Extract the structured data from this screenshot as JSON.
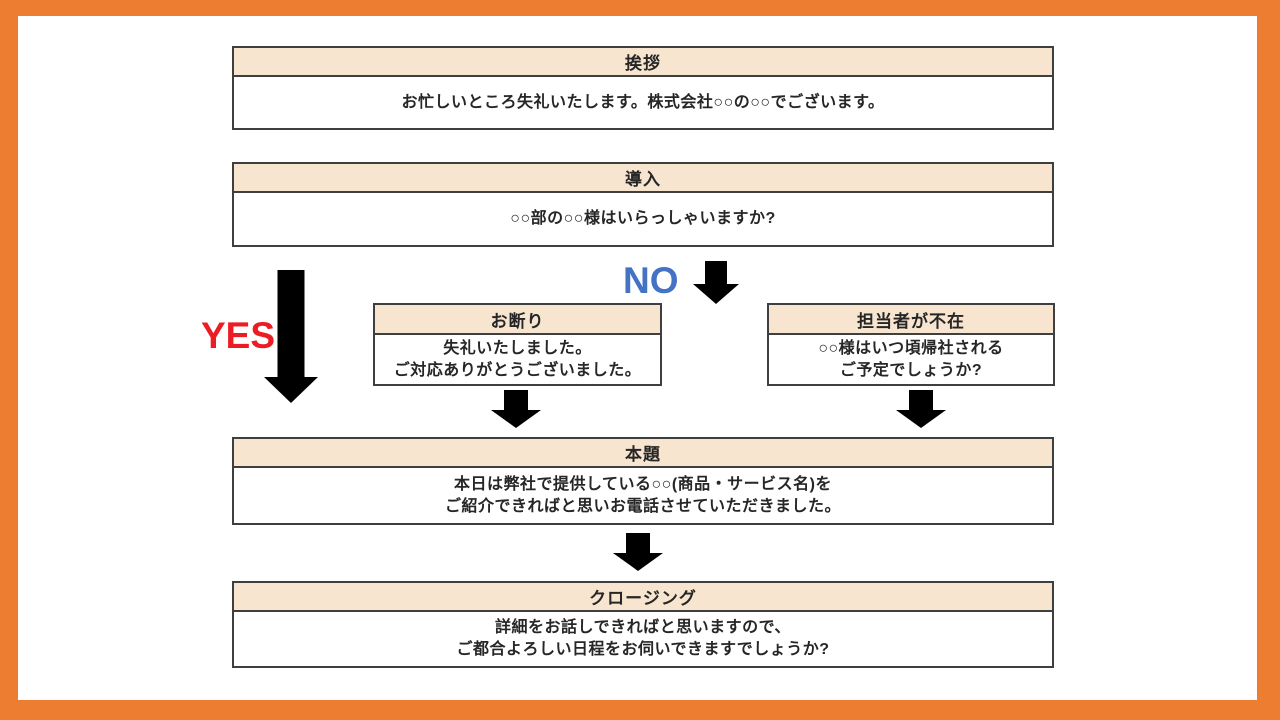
{
  "colors": {
    "frame": "#ED7D31",
    "header_fill": "#F7E5D0",
    "border": "#3F3F3F",
    "arrow": "#000000",
    "yes_label": "#ED1C24",
    "no_label": "#4472C4"
  },
  "branch_labels": {
    "yes": "YES",
    "no": "NO"
  },
  "boxes": {
    "greeting": {
      "title": "挨拶",
      "lines": [
        "お忙しいところ失礼いたします。株式会社○○の○○でございます。"
      ]
    },
    "introduction": {
      "title": "導入",
      "lines": [
        "○○部の○○様はいらっしゃいますか?"
      ]
    },
    "refusal": {
      "title": "お断り",
      "lines": [
        "失礼いたしました。",
        "ご対応ありがとうございました。"
      ]
    },
    "absent": {
      "title": "担当者が不在",
      "lines": [
        "○○様はいつ頃帰社される",
        "ご予定でしょうか?"
      ]
    },
    "main_topic": {
      "title": "本題",
      "lines": [
        "本日は弊社で提供している○○(商品・サービス名)を",
        "ご紹介できればと思いお電話させていただきました。"
      ]
    },
    "closing": {
      "title": "クロージング",
      "lines": [
        "詳細をお話しできればと思いますので、",
        "ご都合よろしい日程をお伺いできますでしょうか?"
      ]
    }
  }
}
